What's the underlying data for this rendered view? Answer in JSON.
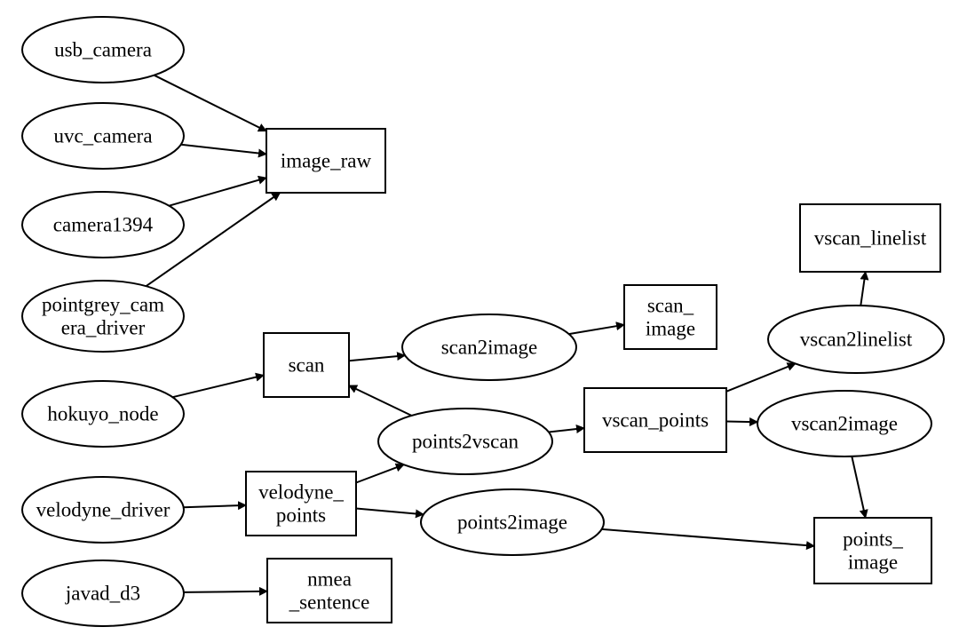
{
  "diagram": {
    "line_color": "#000000",
    "fill_color": "#ffffff",
    "nodes": [
      {
        "id": "usb_camera",
        "shape": "ellipse",
        "lines": [
          "usb_camera"
        ]
      },
      {
        "id": "uvc_camera",
        "shape": "ellipse",
        "lines": [
          "uvc_camera"
        ]
      },
      {
        "id": "camera1394",
        "shape": "ellipse",
        "lines": [
          "camera1394"
        ]
      },
      {
        "id": "pointgrey_camera_driver",
        "shape": "ellipse",
        "lines": [
          "pointgrey_cam",
          "era_driver"
        ]
      },
      {
        "id": "hokuyo_node",
        "shape": "ellipse",
        "lines": [
          "hokuyo_node"
        ]
      },
      {
        "id": "velodyne_driver",
        "shape": "ellipse",
        "lines": [
          "velodyne_driver"
        ]
      },
      {
        "id": "javad_d3",
        "shape": "ellipse",
        "lines": [
          "javad_d3"
        ]
      },
      {
        "id": "image_raw",
        "shape": "box",
        "lines": [
          "image_raw"
        ]
      },
      {
        "id": "scan",
        "shape": "box",
        "lines": [
          "scan"
        ]
      },
      {
        "id": "scan2image",
        "shape": "ellipse",
        "lines": [
          "scan2image"
        ]
      },
      {
        "id": "scan_image",
        "shape": "box",
        "lines": [
          "scan_",
          "image"
        ]
      },
      {
        "id": "velodyne_points",
        "shape": "box",
        "lines": [
          "velodyne_",
          "points"
        ]
      },
      {
        "id": "points2vscan",
        "shape": "ellipse",
        "lines": [
          "points2vscan"
        ]
      },
      {
        "id": "points2image",
        "shape": "ellipse",
        "lines": [
          "points2image"
        ]
      },
      {
        "id": "nmea_sentence",
        "shape": "box",
        "lines": [
          "nmea",
          "_sentence"
        ]
      },
      {
        "id": "vscan_points",
        "shape": "box",
        "lines": [
          "vscan_points"
        ]
      },
      {
        "id": "vscan2linelist",
        "shape": "ellipse",
        "lines": [
          "vscan2linelist"
        ]
      },
      {
        "id": "vscan_linelist",
        "shape": "box",
        "lines": [
          "vscan_linelist"
        ]
      },
      {
        "id": "vscan2image",
        "shape": "ellipse",
        "lines": [
          "vscan2image"
        ]
      },
      {
        "id": "points_image",
        "shape": "box",
        "lines": [
          "points_",
          "image"
        ]
      }
    ],
    "edges": [
      {
        "from": "usb_camera",
        "to": "image_raw"
      },
      {
        "from": "uvc_camera",
        "to": "image_raw"
      },
      {
        "from": "camera1394",
        "to": "image_raw"
      },
      {
        "from": "pointgrey_camera_driver",
        "to": "image_raw"
      },
      {
        "from": "hokuyo_node",
        "to": "scan"
      },
      {
        "from": "scan",
        "to": "scan2image"
      },
      {
        "from": "scan2image",
        "to": "scan_image"
      },
      {
        "from": "points2vscan",
        "to": "scan"
      },
      {
        "from": "velodyne_driver",
        "to": "velodyne_points"
      },
      {
        "from": "velodyne_points",
        "to": "points2vscan"
      },
      {
        "from": "velodyne_points",
        "to": "points2image"
      },
      {
        "from": "points2vscan",
        "to": "vscan_points"
      },
      {
        "from": "vscan_points",
        "to": "vscan2linelist"
      },
      {
        "from": "vscan2linelist",
        "to": "vscan_linelist"
      },
      {
        "from": "vscan_points",
        "to": "vscan2image"
      },
      {
        "from": "vscan2image",
        "to": "points_image"
      },
      {
        "from": "points2image",
        "to": "points_image"
      },
      {
        "from": "javad_d3",
        "to": "nmea_sentence"
      }
    ]
  }
}
